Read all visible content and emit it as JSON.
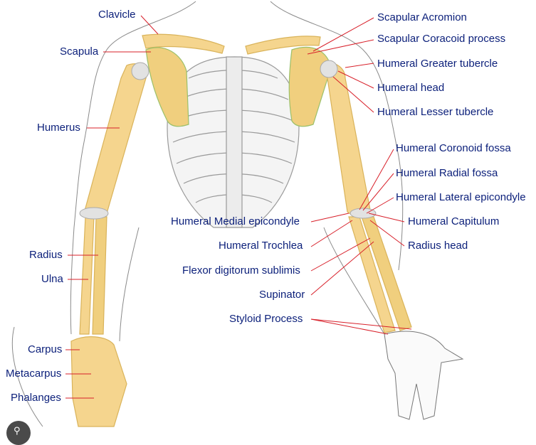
{
  "labels": {
    "clavicle": "Clavicle",
    "scapula": "Scapula",
    "humerus": "Humerus",
    "radius": "Radius",
    "ulna": "Ulna",
    "carpus": "Carpus",
    "metacarpus": "Metacarpus",
    "phalanges": "Phalanges",
    "scapular_acromion": "Scapular Acromion",
    "scapular_coracoid": "Scapular Coracoid process",
    "humeral_greater_tubercle": "Humeral Greater tubercle",
    "humeral_head": "Humeral head",
    "humeral_lesser_tubercle": "Humeral Lesser tubercle",
    "humeral_coronoid_fossa": "Humeral Coronoid fossa",
    "humeral_radial_fossa": "Humeral Radial fossa",
    "humeral_lateral_epicondyle": "Humeral Lateral epicondyle",
    "humeral_medial_epicondyle": "Humeral Medial epicondyle",
    "humeral_capitulum": "Humeral Capitulum",
    "humeral_trochlea": "Humeral Trochlea",
    "radius_head": "Radius head",
    "flexor_digitorum": "Flexor digitorum sublimis",
    "supinator": "Supinator",
    "styloid_process": "Styloid Process"
  },
  "colors": {
    "bone": "#f5d58e",
    "bone_stroke": "#d9b35a",
    "cartilage": "#e2e2e2",
    "leader": "#d8202a",
    "label_text": "#0b1f7a",
    "outline": "#8a8a8a"
  },
  "icons": {
    "zoom": "lens-icon"
  }
}
